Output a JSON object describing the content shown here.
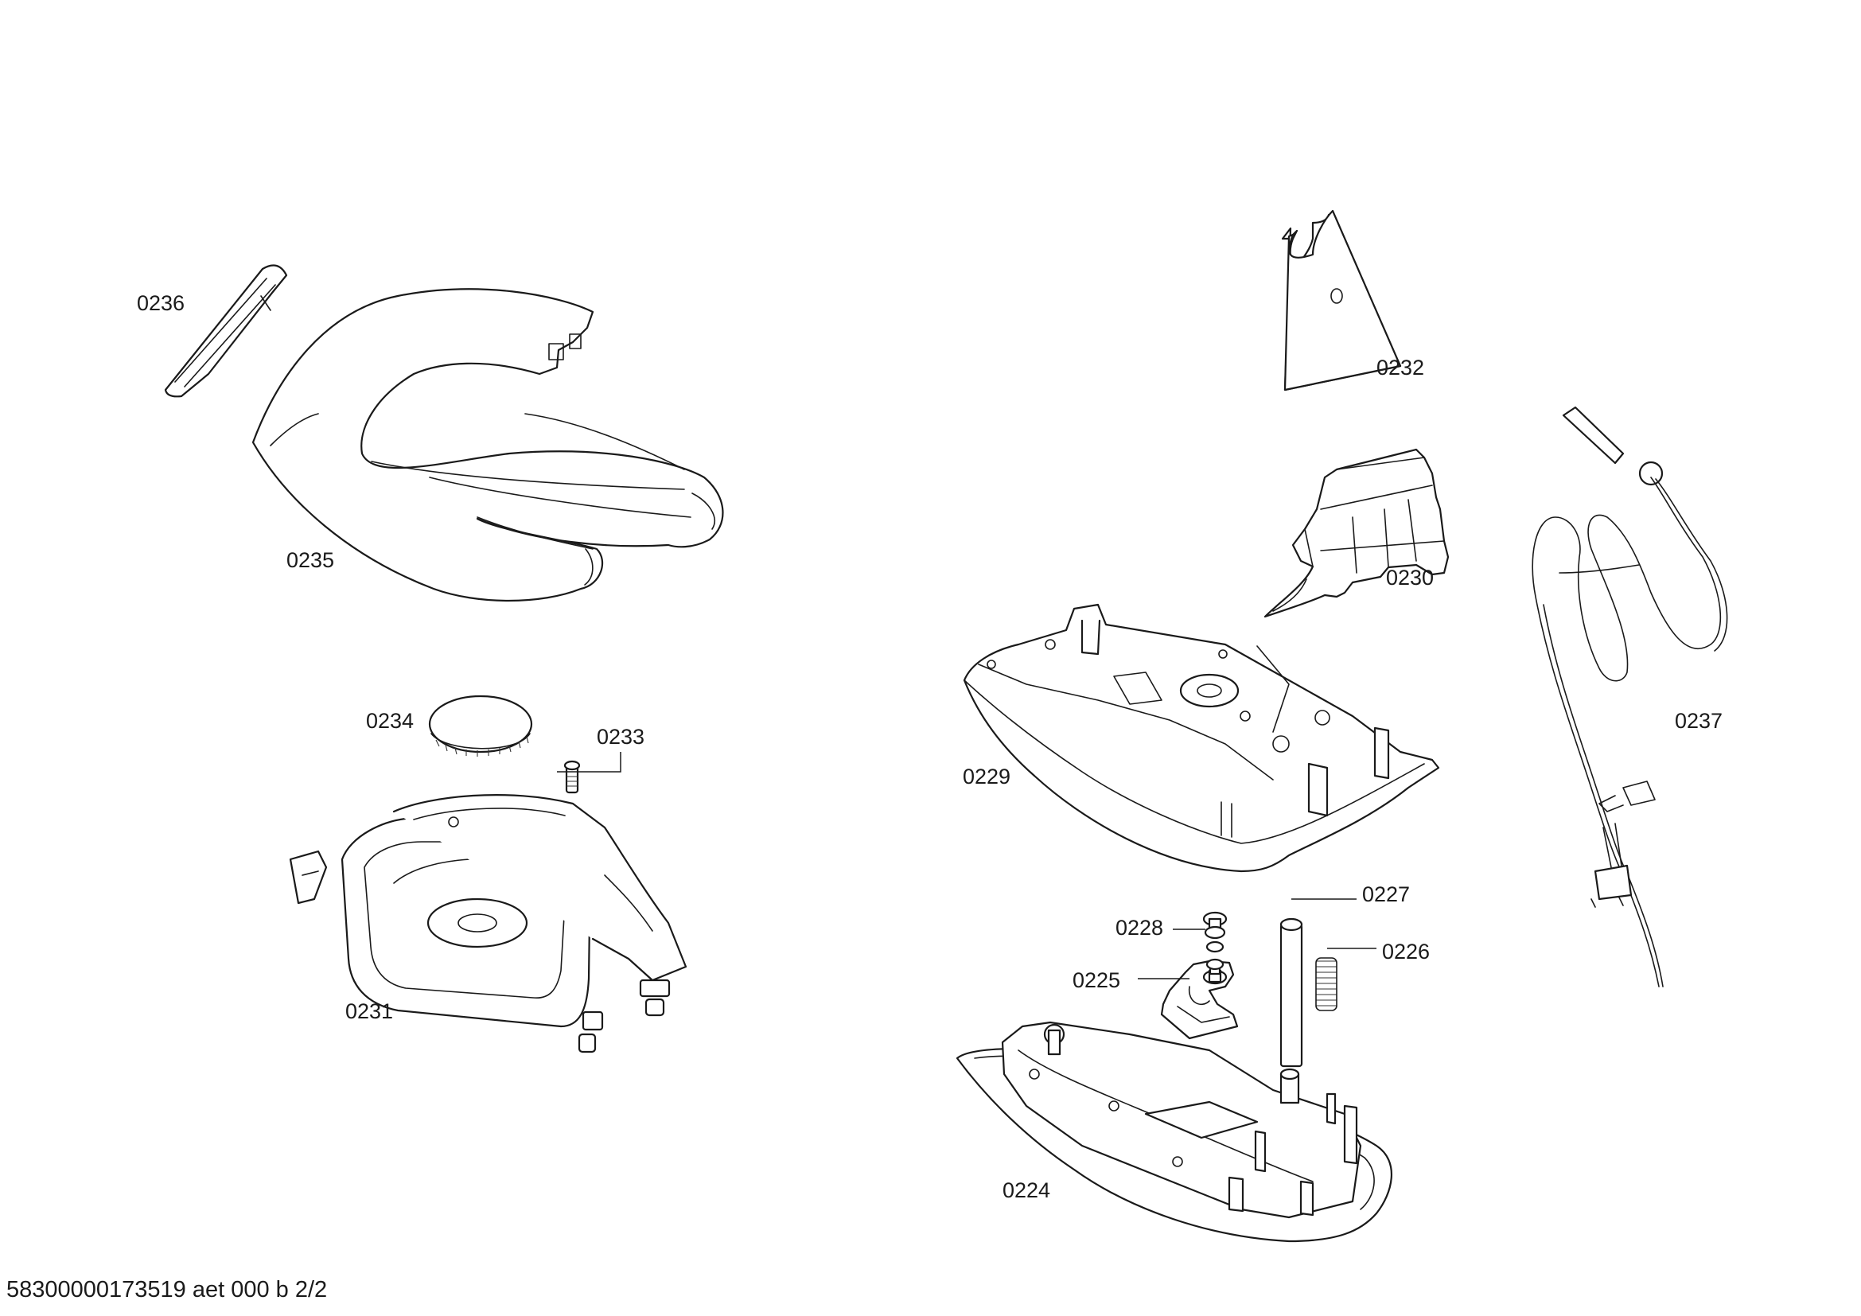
{
  "diagram": {
    "type": "exploded-parts-view",
    "line_color": "#1a1a1a",
    "background": "#ffffff"
  },
  "parts": [
    {
      "id": "0224"
    },
    {
      "id": "0225"
    },
    {
      "id": "0226"
    },
    {
      "id": "0227"
    },
    {
      "id": "0228"
    },
    {
      "id": "0229"
    },
    {
      "id": "0230"
    },
    {
      "id": "0231"
    },
    {
      "id": "0232"
    },
    {
      "id": "0233"
    },
    {
      "id": "0234"
    },
    {
      "id": "0235"
    },
    {
      "id": "0236"
    },
    {
      "id": "0237"
    }
  ],
  "footer": {
    "text": "58300000173519 aet 000 b 2/2"
  }
}
